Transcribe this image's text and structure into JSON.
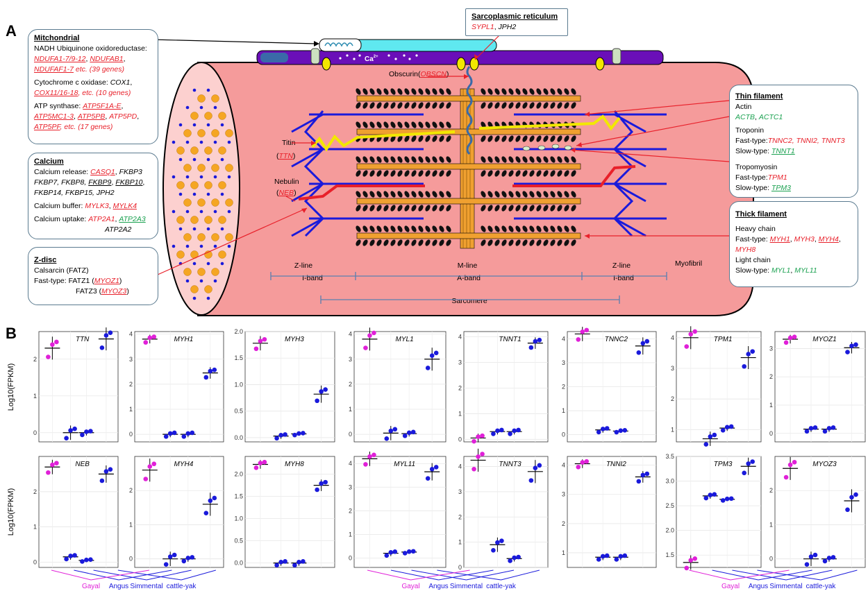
{
  "panels": {
    "a": "A",
    "b": "B"
  },
  "boxes": {
    "mito": {
      "title": "Mitchondrial",
      "l1": "NADH Ubiquinone oxidoreductase:",
      "l2a": "NDUFA1-7/9-12",
      "l2b": "NDUFAB1",
      "l3a": "NDUFAF1-7",
      "l3b": " etc. (39 genes)",
      "l4a": "Cytochrome c oxidase: ",
      "l4b": "COX1",
      "l5a": "COX11/16-18",
      "l5b": ", etc. (10 genes)",
      "l6a": "ATP synthase: ",
      "l6b": "ATP5F1A-E",
      "l7a": "ATP5MC1-3",
      "l7b": "ATP5PB",
      "l7c": "ATP5PD",
      "l8a": "ATP5PF",
      "l8b": ", etc. (17 genes)"
    },
    "calcium": {
      "title": "Calcium",
      "l1a": "Calcium release: ",
      "l1b": "CASQ1",
      "l1c": "FKBP3",
      "l2": "FKBP7, FKBP8, ",
      "l2b": "FKBP9",
      "l2c": "FKBP10",
      "l3": "FKBP14, FKBP15, JPH2",
      "l4a": "Calcium buffer: ",
      "l4b": "MYLK3",
      "l4c": "MYLK4",
      "l5a": "Calcium uptake: ",
      "l5b": "ATP2A1",
      "l5c": "ATP2A3",
      "l6": "ATP2A2"
    },
    "zdisc": {
      "title": "Z-disc",
      "l1": "Calsarcin (FATZ)",
      "l2a": "Fast-type: FATZ1 (",
      "l2b": "MYOZ1",
      "l2c": ")",
      "l3a": "FATZ3 (",
      "l3b": "MYOZ3",
      "l3c": ")"
    },
    "sr": {
      "title": "Sarcoplasmic reticulum",
      "l1a": "SYPL1",
      "l1b": "JPH2"
    },
    "thin": {
      "title": "Thin filament",
      "l1": "Actin",
      "l2a": "ACTB",
      "l2b": "ACTC1",
      "l3": "Troponin",
      "l4a": "Fast-type:",
      "l4b": "TNNC2, TNNI2, TNNT3",
      "l5a": "Slow-type: ",
      "l5b": "TNNT1",
      "l6": "Tropomyosin",
      "l7a": "Fast-type:",
      "l7b": "TPM1",
      "l8a": "Slow-type: ",
      "l8b": "TPM3"
    },
    "thick": {
      "title": "Thick filament",
      "l1": "Heavy chain",
      "l2a": "Fast-type: ",
      "l2b": "MYH1",
      "l2c": "MYH3",
      "l2d": "MYH4",
      "l3": "MYH8",
      "l4": "Light chain",
      "l5a": "Slow-type: ",
      "l5b": "MYL1",
      "l5c": "MYL11"
    }
  },
  "diagram": {
    "obscurin": "Obscurin(",
    "obscurin_gene": "OBSCN",
    "obscurin_end": ")",
    "titin": "Titin",
    "titin_gene": "TTN",
    "nebulin": "Nebulin",
    "nebulin_gene": "NEB",
    "ca": "Ca",
    "ca_sup": "2+",
    "zline": "Z-line",
    "mline": "M-line",
    "iband": "I-band",
    "aband": "A-band",
    "sarcomere": "Sarcomere",
    "myofibril": "Myofibril"
  },
  "plots": {
    "ylabel": "Log10(FPKM)",
    "groups": [
      "Gayal",
      "Angus",
      "Simmental",
      "cattle-yak"
    ],
    "colors": {
      "gayal": "#e020d8",
      "other": "#1a1adb"
    }
  },
  "chart_data": [
    {
      "type": "scatter",
      "title": "TTN",
      "ylim": [
        -0.25,
        2.75
      ],
      "ticks": [
        0,
        1,
        2
      ],
      "means": [
        2.3,
        0.0,
        0.0,
        2.55
      ]
    },
    {
      "type": "scatter",
      "title": "MYH1",
      "ylim": [
        -0.3,
        4.1
      ],
      "ticks": [
        0,
        1,
        2,
        3,
        4
      ],
      "means": [
        3.8,
        0.0,
        0.0,
        2.45
      ]
    },
    {
      "type": "scatter",
      "title": "MYH3",
      "ylim": [
        -0.08,
        2.0
      ],
      "ticks": [
        0.0,
        0.5,
        1.0,
        1.5,
        2.0
      ],
      "means": [
        1.78,
        0.03,
        0.07,
        0.82
      ]
    },
    {
      "type": "scatter",
      "title": "MYL1",
      "ylim": [
        -0.3,
        4.1
      ],
      "ticks": [
        0,
        1,
        2,
        3,
        4
      ],
      "means": [
        3.8,
        0.05,
        0.03,
        3.0
      ]
    },
    {
      "type": "scatter",
      "title": "TNNT1",
      "ylim": [
        -0.1,
        4.2
      ],
      "ticks": [
        0,
        1,
        2,
        3,
        4
      ],
      "means": [
        0.05,
        0.3,
        0.3,
        3.75
      ]
    },
    {
      "type": "scatter",
      "title": "TNNC2",
      "ylim": [
        -0.3,
        4.3
      ],
      "ticks": [
        0,
        1,
        2,
        3,
        4
      ],
      "means": [
        4.2,
        0.2,
        0.15,
        3.7
      ]
    },
    {
      "type": "scatter",
      "title": "TPM1",
      "ylim": [
        0.6,
        4.2
      ],
      "ticks": [
        1,
        2,
        3,
        4
      ],
      "means": [
        4.0,
        0.7,
        1.05,
        3.35
      ]
    },
    {
      "type": "scatter",
      "title": "MYOZ1",
      "ylim": [
        -0.3,
        3.6
      ],
      "ticks": [
        0,
        1,
        2,
        3
      ],
      "means": [
        3.33,
        0.15,
        0.15,
        3.03
      ]
    },
    {
      "type": "scatter",
      "title": "NEB",
      "ylim": [
        -0.15,
        3.0
      ],
      "ticks": [
        0,
        1,
        2
      ],
      "means": [
        2.7,
        0.15,
        0.05,
        2.5
      ]
    },
    {
      "type": "scatter",
      "title": "MYH4",
      "ylim": [
        -0.25,
        3.0
      ],
      "ticks": [
        0,
        1,
        2
      ],
      "means": [
        2.6,
        0.0,
        0.0,
        1.6
      ]
    },
    {
      "type": "scatter",
      "title": "MYH8",
      "ylim": [
        -0.1,
        2.4
      ],
      "ticks": [
        0.0,
        0.5,
        1.0,
        1.5,
        2.0
      ],
      "means": [
        2.22,
        0.0,
        0.0,
        1.75
      ]
    },
    {
      "type": "scatter",
      "title": "MYL11",
      "ylim": [
        -0.4,
        4.3
      ],
      "ticks": [
        0,
        1,
        2,
        3,
        4
      ],
      "means": [
        4.2,
        0.2,
        0.25,
        3.65
      ]
    },
    {
      "type": "scatter",
      "title": "TNNT3",
      "ylim": [
        0.0,
        4.4
      ],
      "ticks": [
        0,
        1,
        2,
        3,
        4
      ],
      "means": [
        4.25,
        0.9,
        0.35,
        3.8
      ]
    },
    {
      "type": "scatter",
      "title": "TNNI2",
      "ylim": [
        0.5,
        4.3
      ],
      "ticks": [
        1,
        2,
        3,
        4
      ],
      "means": [
        4.05,
        0.85,
        0.85,
        3.6
      ]
    },
    {
      "type": "scatter",
      "title": "TPM3",
      "ylim": [
        1.25,
        3.5
      ],
      "ticks": [
        1.5,
        2.0,
        2.5,
        3.0,
        3.5
      ],
      "means": [
        1.35,
        2.7,
        2.63,
        3.3
      ]
    },
    {
      "type": "scatter",
      "title": "MYOZ3",
      "ylim": [
        -0.25,
        3.0
      ],
      "ticks": [
        0,
        1,
        2
      ],
      "means": [
        2.65,
        0.0,
        0.0,
        1.7
      ]
    }
  ]
}
